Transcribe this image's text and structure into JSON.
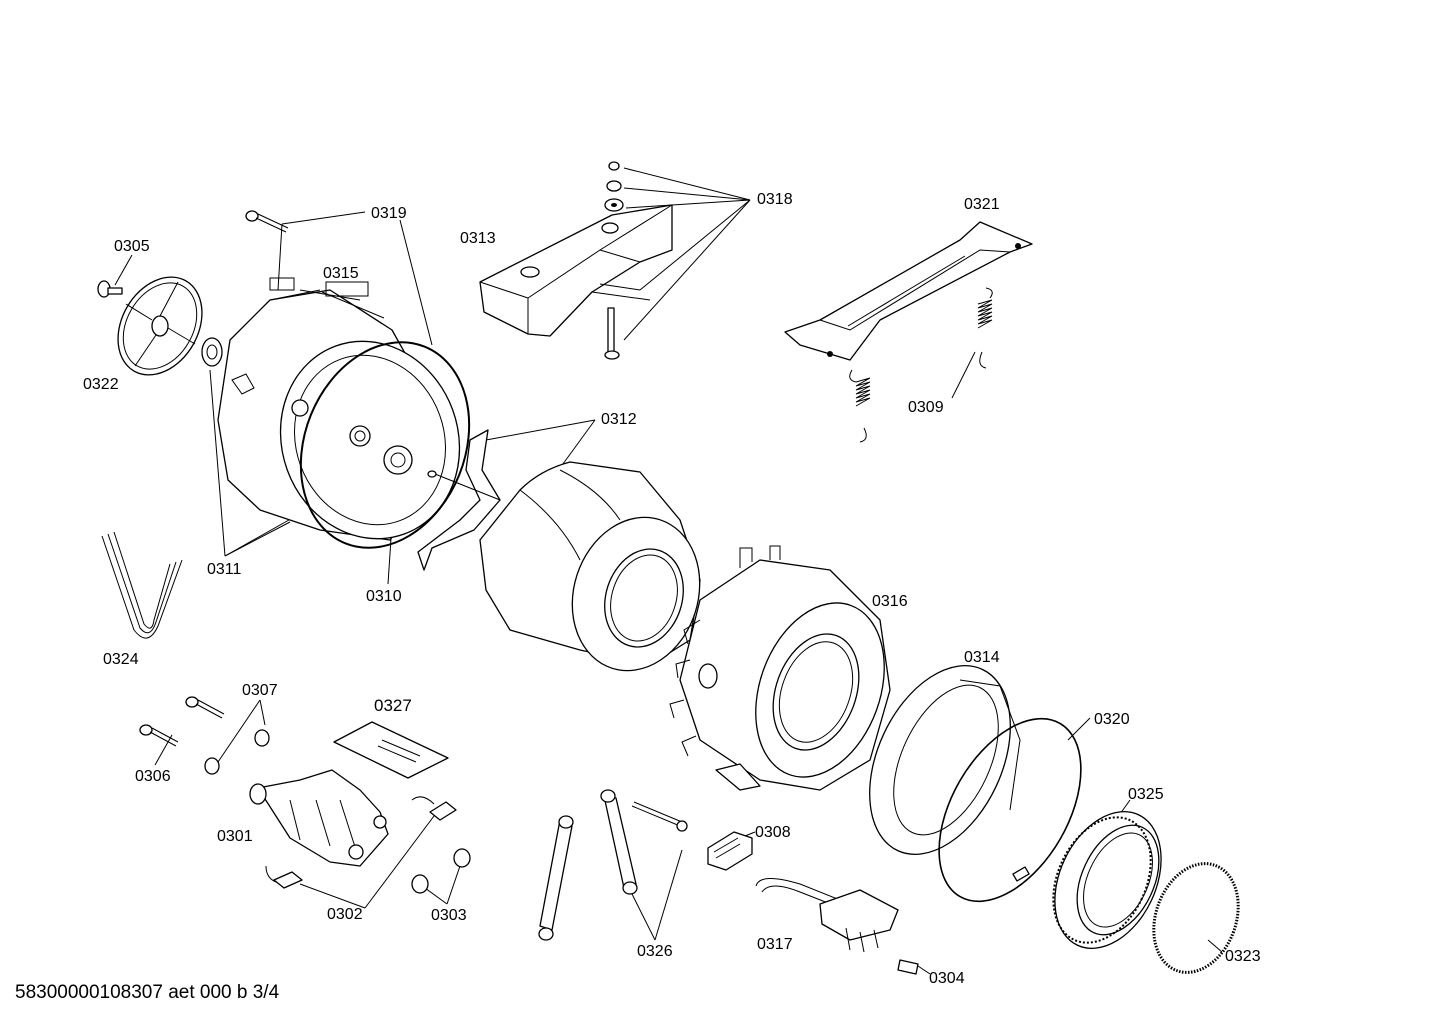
{
  "diagram": {
    "footer": "58300000108307 aet 000 b 3/4",
    "labels": {
      "p0301": "0301",
      "p0302": "0302",
      "p0303": "0303",
      "p0304": "0304",
      "p0305": "0305",
      "p0306": "0306",
      "p0307": "0307",
      "p0308": "0308",
      "p0309": "0309",
      "p0310": "0310",
      "p0311": "0311",
      "p0312": "0312",
      "p0313": "0313",
      "p0314": "0314",
      "p0315": "0315",
      "p0316": "0316",
      "p0317": "0317",
      "p0318": "0318",
      "p0319": "0319",
      "p0320": "0320",
      "p0321": "0321",
      "p0322": "0322",
      "p0323": "0323",
      "p0324": "0324",
      "p0325": "0325",
      "p0326": "0326",
      "p0327": "0327"
    }
  }
}
